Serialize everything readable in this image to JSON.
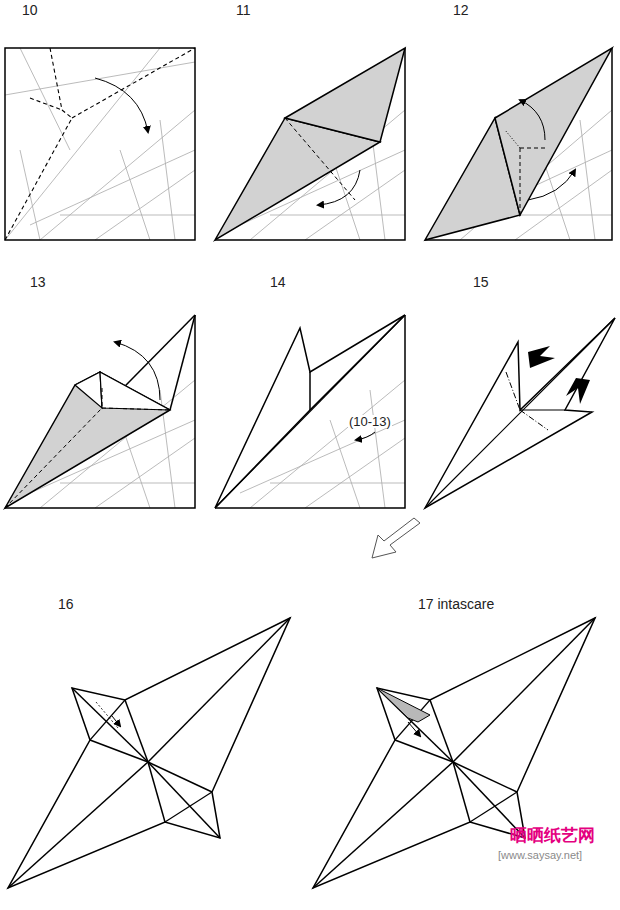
{
  "diagram": {
    "labels": [
      "10",
      "11",
      "12",
      "13",
      "14",
      "15",
      "16",
      "17 intascare",
      "(10-13)",
      "晒晒纸艺网",
      "[www.saysay.net]"
    ]
  }
}
